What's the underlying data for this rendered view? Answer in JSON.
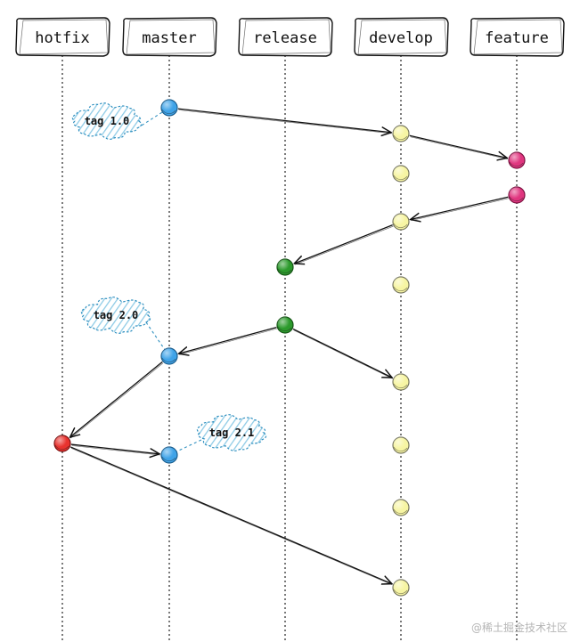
{
  "lanes": [
    {
      "id": "hotfix",
      "label": "hotfix"
    },
    {
      "id": "master",
      "label": "master"
    },
    {
      "id": "release",
      "label": "release"
    },
    {
      "id": "develop",
      "label": "develop"
    },
    {
      "id": "feature",
      "label": "feature"
    }
  ],
  "colors": {
    "hotfix": "#e8322e",
    "master": "#3fa3e8",
    "release": "#2c9a2c",
    "develop": "#f7f5a3",
    "feature": "#e0357f",
    "tag_fill": "#c7e6f3",
    "tag_stroke": "#2e8fbf"
  },
  "commits": [
    {
      "id": "m1",
      "lane": "master",
      "step": 1
    },
    {
      "id": "d1",
      "lane": "develop",
      "step": 2
    },
    {
      "id": "f1",
      "lane": "feature",
      "step": 3
    },
    {
      "id": "d2",
      "lane": "develop",
      "step": 4
    },
    {
      "id": "f2",
      "lane": "feature",
      "step": 5
    },
    {
      "id": "d3",
      "lane": "develop",
      "step": 6
    },
    {
      "id": "r1",
      "lane": "release",
      "step": 7
    },
    {
      "id": "d4",
      "lane": "develop",
      "step": 8
    },
    {
      "id": "r2",
      "lane": "release",
      "step": 9
    },
    {
      "id": "m2",
      "lane": "master",
      "step": 10
    },
    {
      "id": "d5",
      "lane": "develop",
      "step": 11
    },
    {
      "id": "h1",
      "lane": "hotfix",
      "step": 12
    },
    {
      "id": "m3",
      "lane": "master",
      "step": 13
    },
    {
      "id": "d6",
      "lane": "develop",
      "step": 14
    },
    {
      "id": "d7",
      "lane": "develop",
      "step": 15
    },
    {
      "id": "d8",
      "lane": "develop",
      "step": 16
    }
  ],
  "arrows": [
    {
      "from": "m1",
      "to": "d1"
    },
    {
      "from": "d1",
      "to": "f1"
    },
    {
      "from": "f2",
      "to": "d3"
    },
    {
      "from": "d3",
      "to": "r1"
    },
    {
      "from": "r2",
      "to": "m2"
    },
    {
      "from": "r2",
      "to": "d5"
    },
    {
      "from": "m2",
      "to": "h1"
    },
    {
      "from": "h1",
      "to": "m3"
    },
    {
      "from": "h1",
      "to": "d8"
    }
  ],
  "tags": [
    {
      "text": "tag 1.0",
      "commit": "m1"
    },
    {
      "text": "tag 2.0",
      "commit": "m2"
    },
    {
      "text": "tag 2.1",
      "commit": "m3"
    }
  ],
  "watermark": "@稀土掘金技术社区"
}
